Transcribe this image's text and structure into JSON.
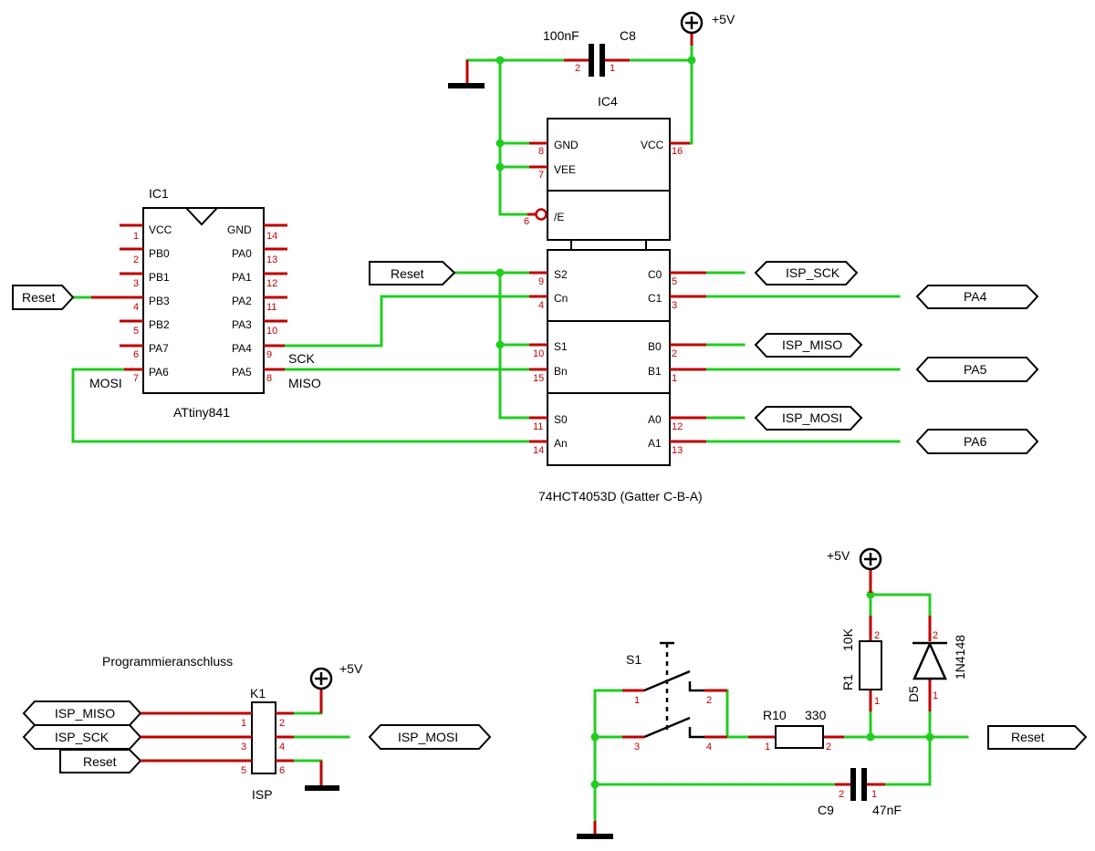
{
  "ic1": {
    "ref": "IC1",
    "part": "ATtiny841",
    "left_pins": [
      {
        "name": "VCC",
        "num": "1"
      },
      {
        "name": "PB0",
        "num": "2"
      },
      {
        "name": "PB1",
        "num": "3"
      },
      {
        "name": "PB3",
        "num": "4"
      },
      {
        "name": "PB2",
        "num": "5"
      },
      {
        "name": "PA7",
        "num": "6"
      },
      {
        "name": "PA6",
        "num": "7"
      }
    ],
    "right_pins": [
      {
        "name": "GND",
        "num": "14"
      },
      {
        "name": "PA0",
        "num": "13"
      },
      {
        "name": "PA1",
        "num": "12"
      },
      {
        "name": "PA2",
        "num": "11"
      },
      {
        "name": "PA3",
        "num": "10"
      },
      {
        "name": "PA4",
        "num": "9"
      },
      {
        "name": "PA5",
        "num": "8"
      }
    ],
    "net_sck": "SCK",
    "net_miso": "MISO",
    "net_mosi": "MOSI"
  },
  "ic4": {
    "ref": "IC4",
    "part": "74HCT4053D (Gatter C-B-A)",
    "power": {
      "gnd": "GND",
      "gnd_num": "8",
      "vee": "VEE",
      "vee_num": "7",
      "vcc": "VCC",
      "vcc_num": "16"
    },
    "enable": {
      "name": "/E",
      "num": "6"
    },
    "gate_c": {
      "s": "S2",
      "s_num": "9",
      "in": "Cn",
      "in_num": "4",
      "o0": "C0",
      "o0_num": "5",
      "o1": "C1",
      "o1_num": "3"
    },
    "gate_b": {
      "s": "S1",
      "s_num": "10",
      "in": "Bn",
      "in_num": "15",
      "o0": "B0",
      "o0_num": "2",
      "o1": "B1",
      "o1_num": "1"
    },
    "gate_a": {
      "s": "S0",
      "s_num": "11",
      "in": "An",
      "in_num": "14",
      "o0": "A0",
      "o0_num": "12",
      "o1": "A1",
      "o1_num": "13"
    }
  },
  "c8": {
    "ref": "C8",
    "value": "100nF",
    "pin1": "1",
    "pin2": "2"
  },
  "c9": {
    "ref": "C9",
    "value": "47nF",
    "pin1": "1",
    "pin2": "2"
  },
  "r1": {
    "ref": "R1",
    "value": "10K",
    "pin1": "1",
    "pin2": "2"
  },
  "r10": {
    "ref": "R10",
    "value": "330",
    "pin1": "1",
    "pin2": "2"
  },
  "d5": {
    "ref": "D5",
    "value": "1N4148",
    "pin1": "1",
    "pin2": "2"
  },
  "s1": {
    "ref": "S1",
    "pins": [
      "1",
      "2",
      "3",
      "4"
    ]
  },
  "k1": {
    "ref": "K1",
    "name": "ISP",
    "title": "Programmieranschluss",
    "pins": [
      "1",
      "2",
      "3",
      "4",
      "5",
      "6"
    ]
  },
  "power_label": "+5V",
  "ports": {
    "reset": "Reset",
    "isp_sck": "ISP_SCK",
    "isp_miso": "ISP_MISO",
    "isp_mosi": "ISP_MOSI",
    "pa4": "PA4",
    "pa5": "PA5",
    "pa6": "PA6"
  },
  "colors": {
    "wire": "#22cc22",
    "pin": "#c00000",
    "body": "#000000"
  }
}
